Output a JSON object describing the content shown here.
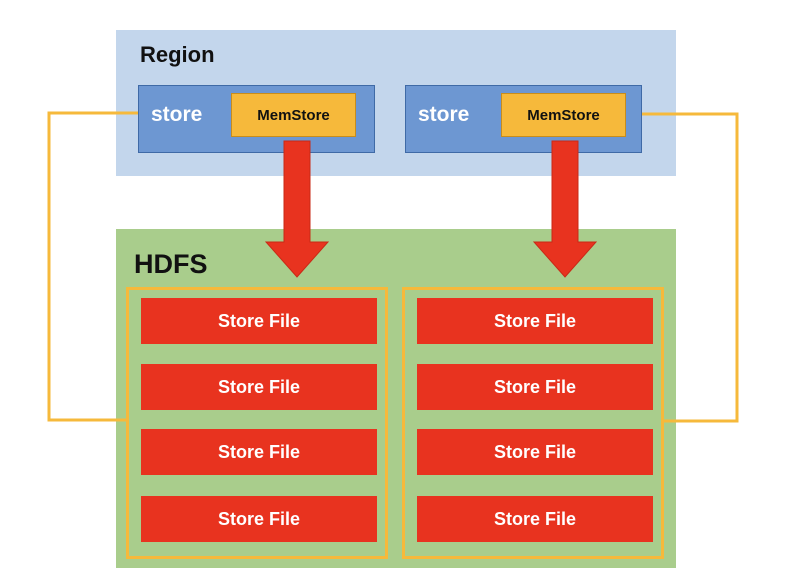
{
  "region": {
    "label": "Region"
  },
  "stores": [
    {
      "label": "store",
      "memstore": "MemStore"
    },
    {
      "label": "store",
      "memstore": "MemStore"
    }
  ],
  "hdfs": {
    "label": "HDFS",
    "groups": [
      {
        "files": [
          "Store File",
          "Store File",
          "Store File",
          "Store File"
        ]
      },
      {
        "files": [
          "Store File",
          "Store File",
          "Store File",
          "Store File"
        ]
      }
    ]
  },
  "colors": {
    "region_bg": "#c3d6ec",
    "store_bg": "#6d97d2",
    "memstore_bg": "#f6b93b",
    "hdfs_bg": "#a9cd8c",
    "store_file_bg": "#e8331f",
    "arrow": "#e8331f",
    "connector": "#f6b93b"
  }
}
